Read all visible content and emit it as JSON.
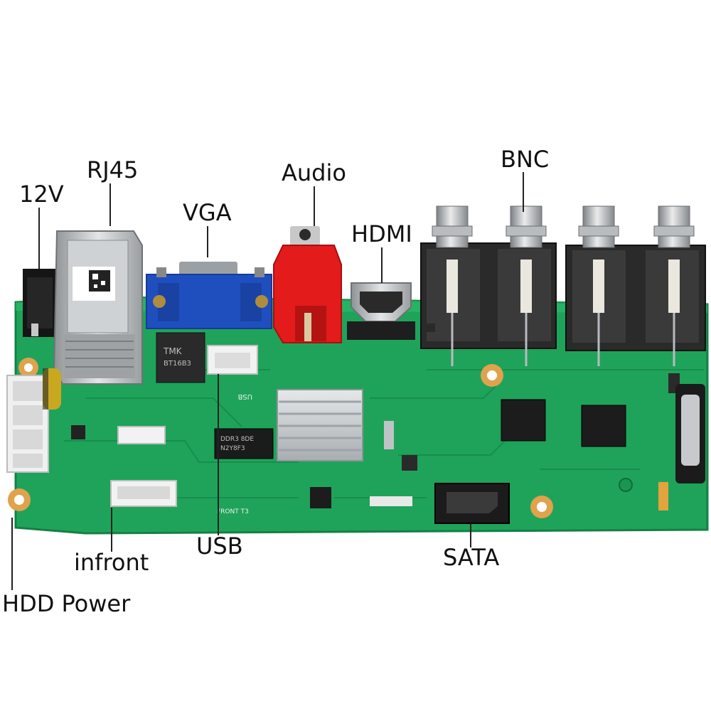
{
  "labels": {
    "power_12v": "12V",
    "rj45": "RJ45",
    "vga": "VGA",
    "audio": "Audio",
    "hdmi": "HDMI",
    "bnc": "BNC",
    "usb": "USB",
    "infront": "infront",
    "hdd_power": "HDD Power",
    "sata": "SATA"
  },
  "board_print": {
    "ic_top": "TMK",
    "ic_bottom": "BT16B3",
    "ram_line1": "DDR3 8DE",
    "ram_line2": "N2Y8F3",
    "usb_silk": "USB",
    "front_silk": "FRONT T3"
  },
  "colors": {
    "pcb": "#1fa35a",
    "pcb_dark": "#168a48",
    "vga_blue": "#1f4fbf",
    "audio_red": "#e31b1b",
    "metal": "#c9cccf",
    "bnc_black": "#2a2a2a",
    "label_text": "#111111"
  }
}
